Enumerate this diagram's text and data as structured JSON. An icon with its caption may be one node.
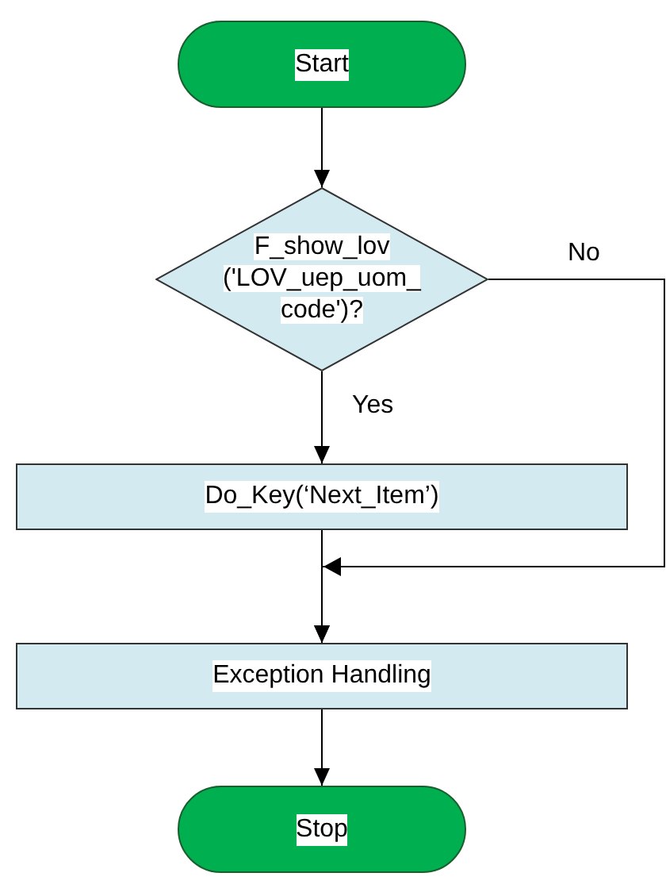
{
  "diagram": {
    "nodes": [
      {
        "text": [
          "Start"
        ]
      },
      {
        "text": [
          "F_show_lov ('LOV_uep_uom_ code')?"
        ]
      },
      {
        "text": [
          "Do_Key(‘Next_Item’)"
        ]
      },
      {
        "text": [
          "Exception Handling"
        ]
      },
      {
        "text": [
          "Stop"
        ]
      }
    ],
    "edges": [
      {
        "from": 0,
        "to": 1,
        "arrow": "to"
      },
      {
        "from": 1,
        "to": 2,
        "arrow": "to",
        "label": "Yes"
      },
      {
        "from": 1,
        "to": 3,
        "arrow": "to",
        "label": "No"
      },
      {
        "from": 2,
        "to": 3,
        "arrow": "to"
      },
      {
        "from": 3,
        "to": 4,
        "arrow": "to"
      }
    ]
  }
}
